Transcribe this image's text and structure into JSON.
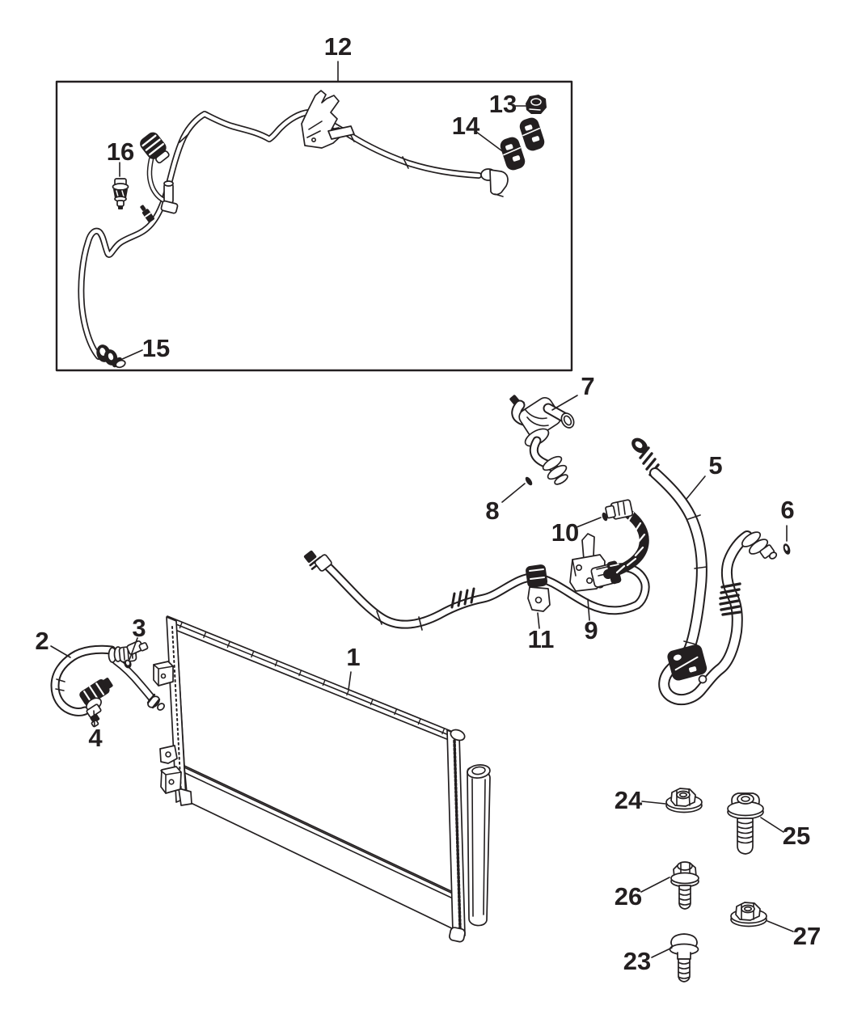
{
  "diagram": {
    "kind": "exploded-parts-line-art",
    "colors": {
      "background": "#ffffff",
      "line": "#231f20"
    },
    "callouts": {
      "c1": "1",
      "c2": "2",
      "c3": "3",
      "c4": "4",
      "c5": "5",
      "c6": "6",
      "c7": "7",
      "c8": "8",
      "c9": "9",
      "c10": "10",
      "c11": "11",
      "c12": "12",
      "c13": "13",
      "c14": "14",
      "c15": "15",
      "c16": "16",
      "c23": "23",
      "c24": "24",
      "c25": "25",
      "c26": "26",
      "c27": "27"
    }
  }
}
